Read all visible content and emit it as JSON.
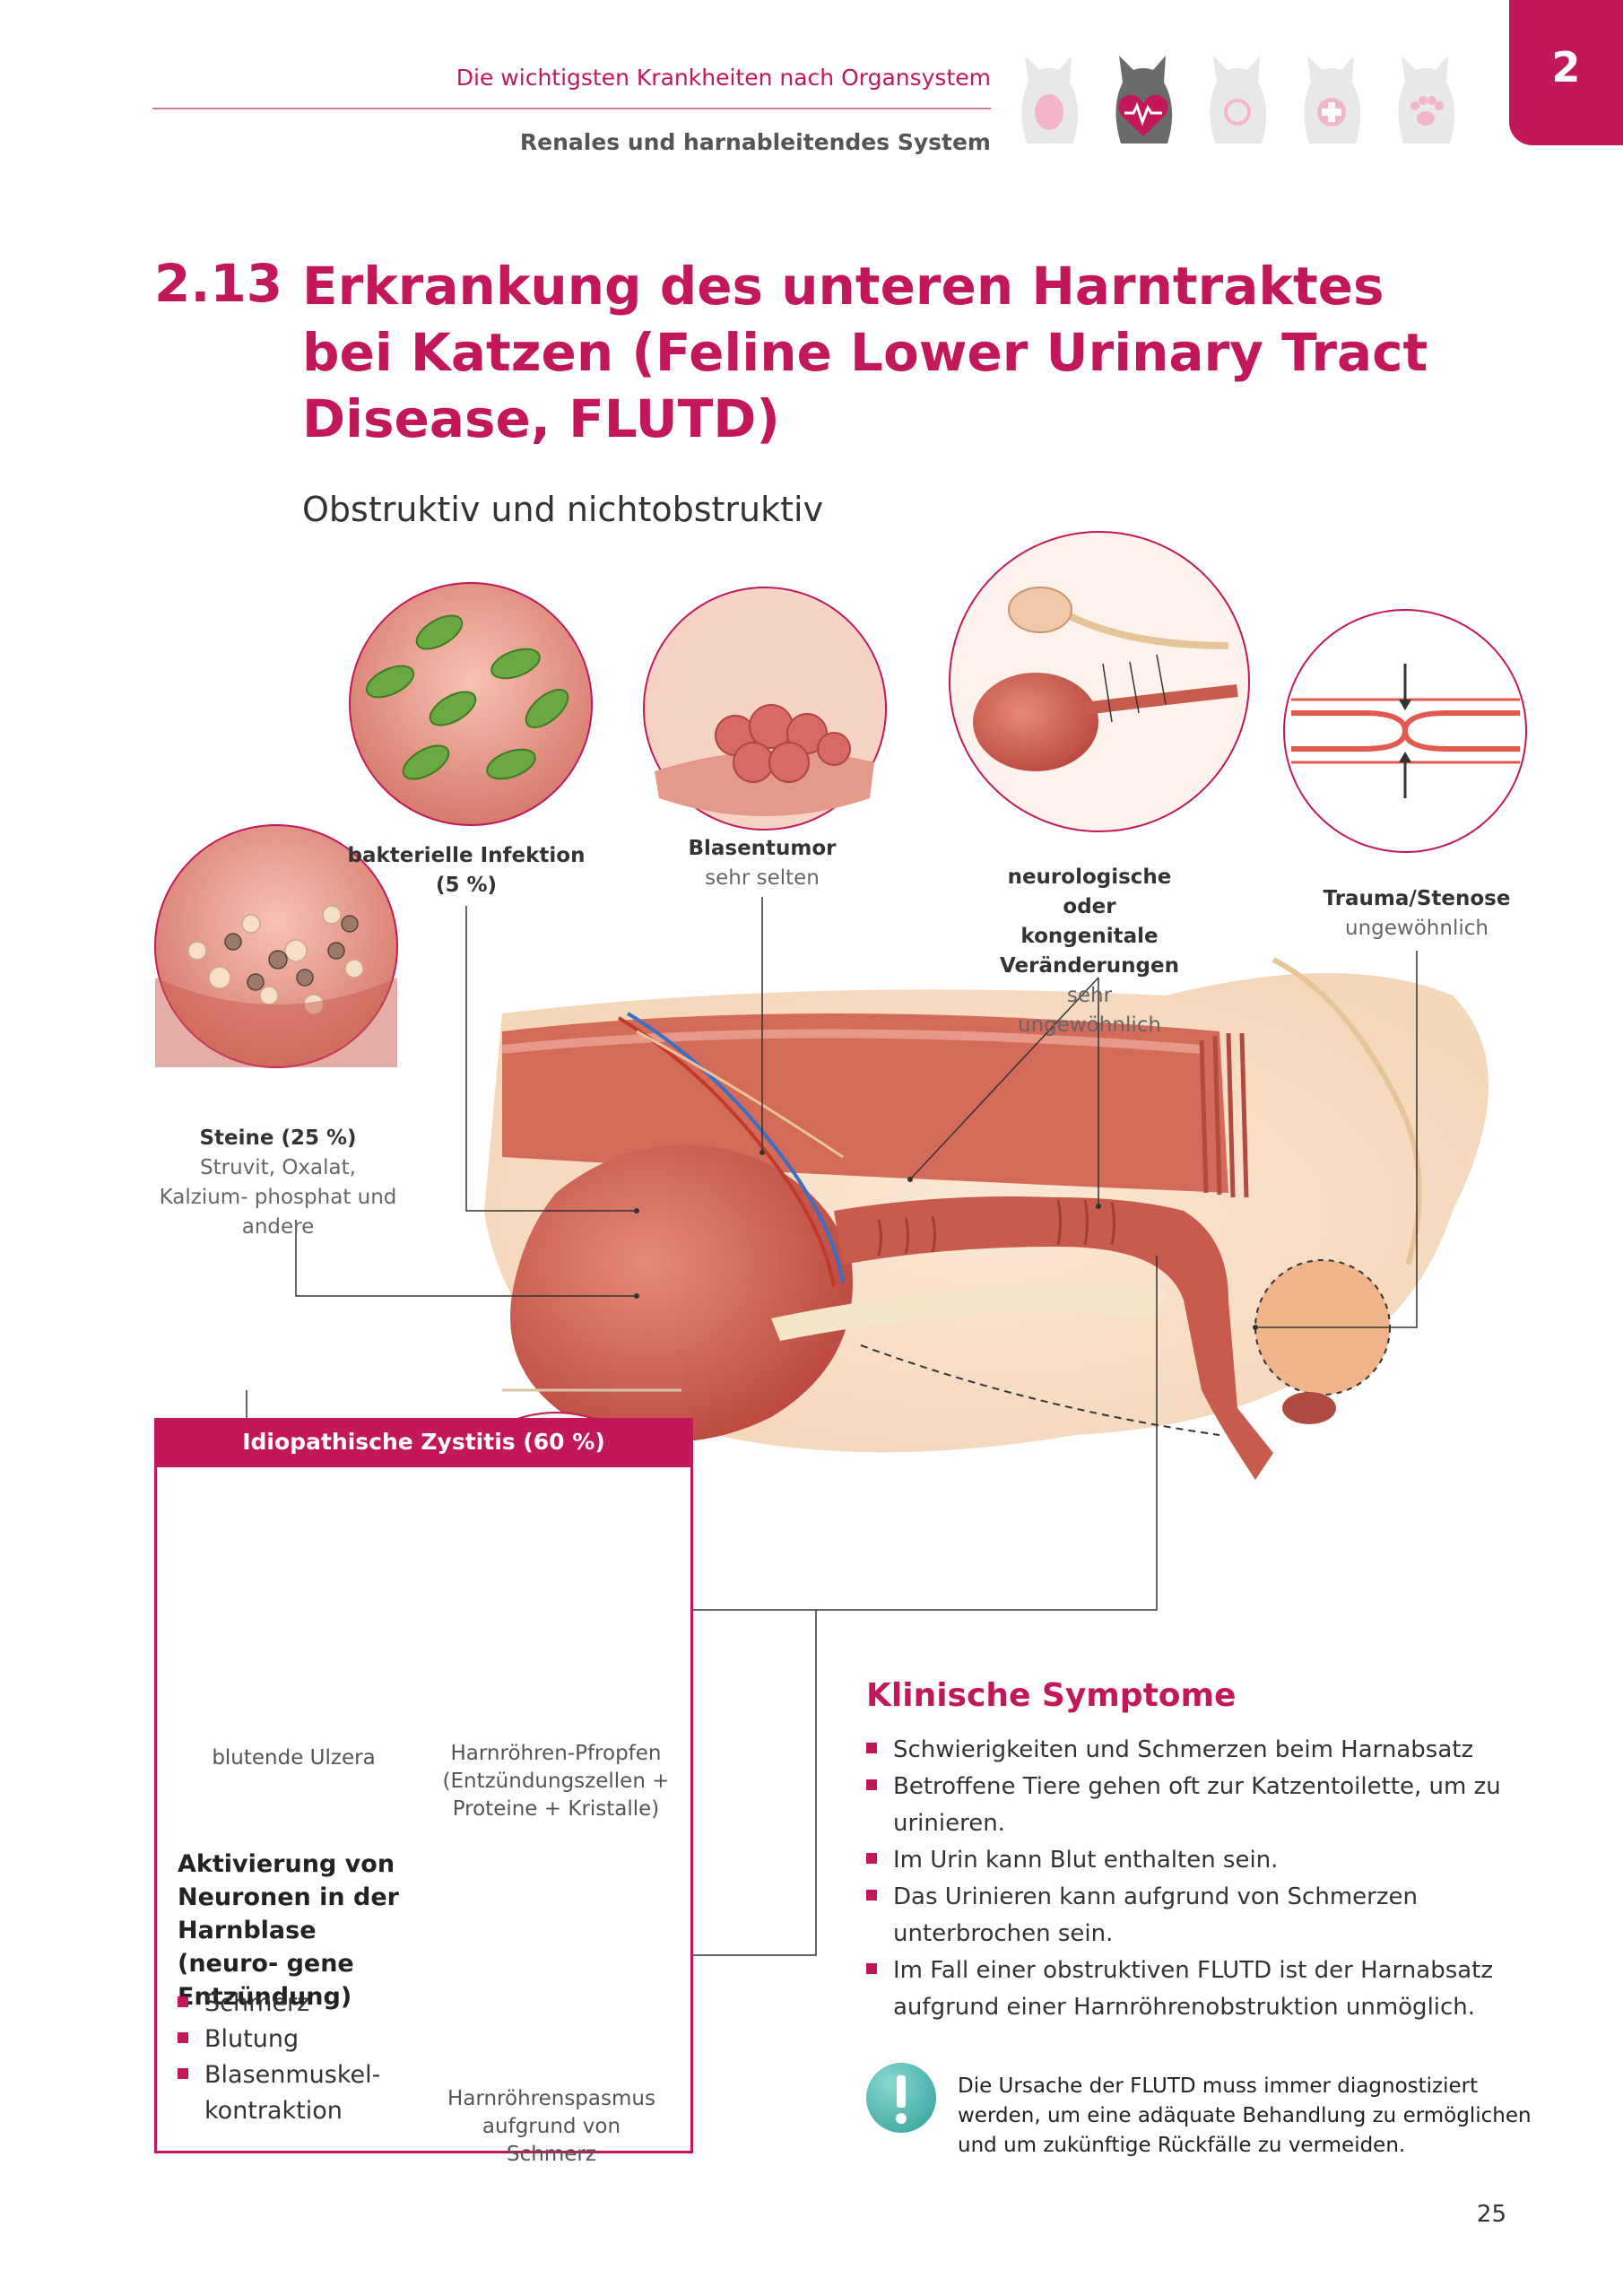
{
  "header": {
    "category": "Die wichtigsten Krankheiten nach Organsystem",
    "subcategory": "Renales und harnableitendes System",
    "chapter_number": "2"
  },
  "colors": {
    "accent": "#c2185b",
    "teal": "#2e9e96"
  },
  "icons": [
    "cat-kidney-icon",
    "cat-heart-icon",
    "cat-virus-icon",
    "cat-cross-icon",
    "cat-paw-icon"
  ],
  "section": {
    "number": "2.13",
    "title": "Erkrankung des unteren Harntraktes bei Katzen (Feline Lower Urinary Tract Disease, FLUTD)",
    "subtitle": "Obstruktiv und nichtobstruktiv"
  },
  "causes": {
    "bacterial": {
      "name": "bakterielle Infektion",
      "detail": "(5 %)"
    },
    "tumor": {
      "name": "Blasentumor",
      "detail": "sehr selten"
    },
    "neuro": {
      "name": "neurologische oder kongenitale Veränderungen",
      "detail": "sehr ungewöhnlich"
    },
    "trauma": {
      "name": "Trauma/Stenose",
      "detail": "ungewöhnlich"
    },
    "stones": {
      "name": "Steine (25 %)",
      "detail": "Struvit, Oxalat, Kalzium- phosphat und andere"
    }
  },
  "idiopathic": {
    "title": "Idiopathische Zystitis (60 %)",
    "ulcer_caption": "blutende Ulzera",
    "plug_caption": "Harnröhren-Pfropfen (Entzündungszellen + Proteine + Kristalle)",
    "spasm_caption": "Harnröhrenspasmus aufgrund von Schmerz",
    "activation_title": "Aktivierung von Neuronen in der Harnblase (neuro- gene Entzündung)",
    "activation_items": [
      "Schmerz",
      "Blutung",
      "Blasenmuskel- kontraktion"
    ]
  },
  "clinical": {
    "title": "Klinische Symptome",
    "items": [
      "Schwierigkeiten und Schmerzen beim Harnabsatz",
      "Betroffene Tiere gehen oft zur Katzentoilette, um zu urinieren.",
      "Im Urin kann Blut enthalten sein.",
      "Das Urinieren kann aufgrund von Schmerzen unterbrochen sein.",
      "Im Fall einer obstruktiven FLUTD ist der Harnabsatz aufgrund einer Harnröhrenobstruktion unmöglich."
    ]
  },
  "note": "Die Ursache der FLUTD muss immer diagnostiziert werden, um eine adäquate Behandlung zu ermöglichen und um zukünftige Rückfälle zu vermeiden.",
  "page_number": "25"
}
